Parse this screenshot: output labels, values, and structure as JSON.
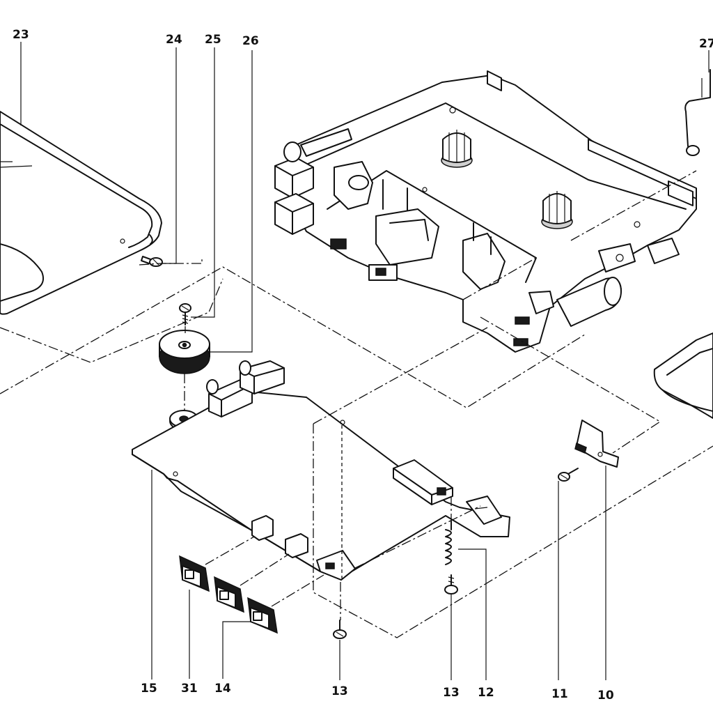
{
  "labels": [
    {
      "id": "23",
      "text": "23"
    },
    {
      "id": "24",
      "text": "24"
    },
    {
      "id": "25",
      "text": "25"
    },
    {
      "id": "26",
      "text": "26"
    },
    {
      "id": "27",
      "text": "27"
    },
    {
      "id": "15",
      "text": "15"
    },
    {
      "id": "31",
      "text": "31"
    },
    {
      "id": "14",
      "text": "14"
    },
    {
      "id": "13a",
      "text": "13"
    },
    {
      "id": "13b",
      "text": "13"
    },
    {
      "id": "12",
      "text": "12"
    },
    {
      "id": "11",
      "text": "11"
    },
    {
      "id": "10",
      "text": "10"
    }
  ]
}
